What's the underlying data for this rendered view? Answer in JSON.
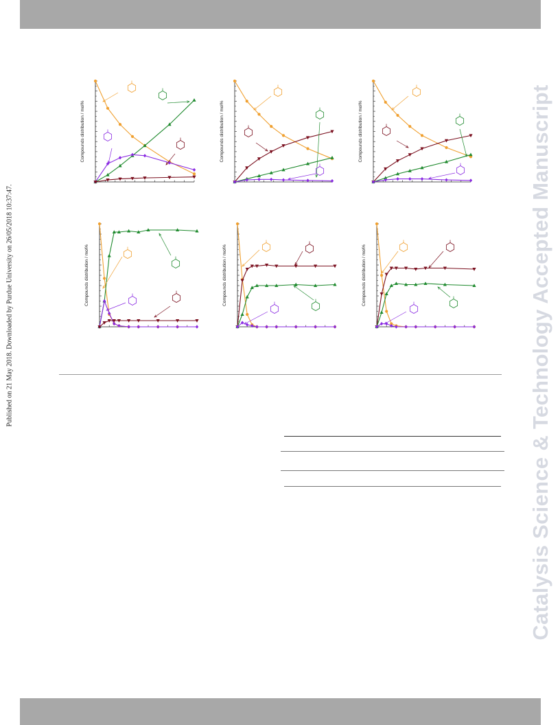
{
  "page": {
    "watermark": "Catalysis Science & Technology Accepted Manuscript",
    "published_line": "Published on 21 May 2018. Downloaded by Purdue University on 26/05/2018 10:37:47."
  },
  "colors": {
    "orange": "#f0a030",
    "green": "#1f8a2e",
    "maroon": "#7a0f1e",
    "purple": "#8a2be2",
    "header_gray": "#a8a8a8"
  },
  "chart_data": [
    {
      "type": "line",
      "ylabel": "Compounds distribution / mol%",
      "series": [
        {
          "color": "#f0a030",
          "marker": "circle",
          "values": [
            [
              0,
              100
            ],
            [
              1,
              73
            ],
            [
              2,
              57
            ],
            [
              3,
              45
            ],
            [
              4,
              36
            ],
            [
              6,
              20
            ],
            [
              8,
              8
            ]
          ]
        },
        {
          "color": "#1f8a2e",
          "marker": "triangle",
          "values": [
            [
              0,
              0
            ],
            [
              1,
              7
            ],
            [
              2,
              16
            ],
            [
              3,
              26
            ],
            [
              4,
              36
            ],
            [
              6,
              57
            ],
            [
              8,
              81
            ]
          ]
        },
        {
          "color": "#8a2be2",
          "marker": "diamond",
          "values": [
            [
              0,
              0
            ],
            [
              1,
              18
            ],
            [
              2,
              24
            ],
            [
              3,
              27
            ],
            [
              4,
              26
            ],
            [
              6,
              19
            ],
            [
              8,
              12
            ]
          ]
        },
        {
          "color": "#7a0f1e",
          "marker": "triangle-down",
          "values": [
            [
              0,
              0
            ],
            [
              1,
              2
            ],
            [
              2,
              3
            ],
            [
              3,
              3.5
            ],
            [
              4,
              4
            ],
            [
              6,
              4.5
            ],
            [
              8,
              5
            ]
          ]
        }
      ]
    },
    {
      "type": "line",
      "ylabel": "Compounds distribution / mol%",
      "series": [
        {
          "color": "#f0a030",
          "marker": "circle",
          "values": [
            [
              0,
              100
            ],
            [
              1,
              80
            ],
            [
              2,
              67
            ],
            [
              3,
              55
            ],
            [
              4,
              46
            ],
            [
              6,
              33
            ],
            [
              8,
              23
            ]
          ]
        },
        {
          "color": "#7a0f1e",
          "marker": "triangle-down",
          "values": [
            [
              0,
              0
            ],
            [
              1,
              14
            ],
            [
              2,
              23
            ],
            [
              3,
              30
            ],
            [
              4,
              36
            ],
            [
              6,
              44
            ],
            [
              8,
              50
            ]
          ]
        },
        {
          "color": "#1f8a2e",
          "marker": "triangle",
          "values": [
            [
              0,
              0
            ],
            [
              1,
              3
            ],
            [
              2,
              6
            ],
            [
              3,
              9
            ],
            [
              4,
              12
            ],
            [
              6,
              18
            ],
            [
              8,
              24
            ]
          ]
        },
        {
          "color": "#8a2be2",
          "marker": "diamond",
          "values": [
            [
              0,
              0
            ],
            [
              1,
              2
            ],
            [
              2,
              2.5
            ],
            [
              3,
              2.5
            ],
            [
              4,
              2
            ],
            [
              6,
              1.5
            ],
            [
              8,
              1
            ]
          ]
        }
      ]
    },
    {
      "type": "line",
      "ylabel": "Compounds distribution / mol%",
      "series": [
        {
          "color": "#f0a030",
          "marker": "circle",
          "values": [
            [
              0,
              100
            ],
            [
              1,
              79
            ],
            [
              2,
              66
            ],
            [
              3,
              55
            ],
            [
              4,
              46
            ],
            [
              6,
              34
            ],
            [
              8,
              25
            ]
          ]
        },
        {
          "color": "#7a0f1e",
          "marker": "triangle-down",
          "values": [
            [
              0,
              0
            ],
            [
              1,
              13
            ],
            [
              2,
              21
            ],
            [
              3,
              27
            ],
            [
              4,
              33
            ],
            [
              6,
              41
            ],
            [
              8,
              46
            ]
          ]
        },
        {
          "color": "#1f8a2e",
          "marker": "triangle",
          "values": [
            [
              0,
              0
            ],
            [
              1,
              4
            ],
            [
              2,
              8
            ],
            [
              3,
              11
            ],
            [
              4,
              14
            ],
            [
              6,
              20
            ],
            [
              8,
              27
            ]
          ]
        },
        {
          "color": "#8a2be2",
          "marker": "diamond",
          "values": [
            [
              0,
              0
            ],
            [
              1,
              2
            ],
            [
              2,
              3
            ],
            [
              3,
              3
            ],
            [
              4,
              3
            ],
            [
              6,
              2
            ],
            [
              8,
              1.5
            ]
          ]
        }
      ]
    },
    {
      "type": "line",
      "ylabel": "Compounds distribution / mol%",
      "series": [
        {
          "color": "#f0a030",
          "marker": "circle",
          "values": [
            [
              0,
              100
            ],
            [
              0.5,
              47
            ],
            [
              1,
              12
            ],
            [
              1.5,
              3
            ],
            [
              2,
              1
            ],
            [
              3,
              0
            ],
            [
              4,
              0
            ],
            [
              6,
              0
            ],
            [
              8,
              0
            ]
          ]
        },
        {
          "color": "#1f8a2e",
          "marker": "triangle",
          "values": [
            [
              0,
              0
            ],
            [
              0.5,
              25
            ],
            [
              1,
              69
            ],
            [
              1.5,
              92
            ],
            [
              2,
              92
            ],
            [
              3,
              93
            ],
            [
              4,
              92
            ],
            [
              5,
              94
            ],
            [
              8,
              94
            ],
            [
              10,
              93
            ]
          ]
        },
        {
          "color": "#8a2be2",
          "marker": "diamond",
          "values": [
            [
              0,
              0
            ],
            [
              0.5,
              25
            ],
            [
              1,
              13
            ],
            [
              1.5,
              3
            ],
            [
              2,
              1
            ],
            [
              3,
              0
            ],
            [
              4,
              0
            ],
            [
              6,
              0
            ],
            [
              8,
              0
            ],
            [
              10,
              0
            ]
          ]
        },
        {
          "color": "#7a0f1e",
          "marker": "triangle-down",
          "values": [
            [
              0,
              0
            ],
            [
              0.5,
              4
            ],
            [
              1,
              6
            ],
            [
              1.5,
              6
            ],
            [
              2,
              6
            ],
            [
              3,
              6
            ],
            [
              4,
              6
            ],
            [
              6,
              6
            ],
            [
              8,
              6
            ],
            [
              10,
              6
            ]
          ]
        }
      ]
    },
    {
      "type": "line",
      "ylabel": "Compounds distribution / mol%",
      "series": [
        {
          "color": "#f0a030",
          "marker": "circle",
          "values": [
            [
              0,
              100
            ],
            [
              0.5,
              46
            ],
            [
              1,
              12
            ],
            [
              1.5,
              2
            ],
            [
              2,
              0
            ],
            [
              3,
              0
            ],
            [
              4,
              0
            ],
            [
              6,
              0
            ],
            [
              8,
              0
            ],
            [
              10,
              0
            ]
          ]
        },
        {
          "color": "#7a0f1e",
          "marker": "triangle-down",
          "values": [
            [
              0,
              0
            ],
            [
              0.5,
              45
            ],
            [
              1,
              56
            ],
            [
              1.5,
              59
            ],
            [
              2,
              59
            ],
            [
              3,
              60
            ],
            [
              4,
              59
            ],
            [
              6,
              59
            ],
            [
              8,
              59
            ],
            [
              10,
              59
            ]
          ]
        },
        {
          "color": "#1f8a2e",
          "marker": "triangle",
          "values": [
            [
              0,
              0
            ],
            [
              0.5,
              12
            ],
            [
              1,
              29
            ],
            [
              1.5,
              38
            ],
            [
              2,
              40
            ],
            [
              3,
              40
            ],
            [
              4,
              40
            ],
            [
              6,
              41
            ],
            [
              8,
              40
            ],
            [
              10,
              41
            ]
          ]
        },
        {
          "color": "#8a2be2",
          "marker": "diamond",
          "values": [
            [
              0,
              0
            ],
            [
              0.5,
              4
            ],
            [
              1,
              2
            ],
            [
              1.5,
              1
            ],
            [
              2,
              0
            ],
            [
              3,
              0
            ],
            [
              4,
              0
            ],
            [
              6,
              0
            ],
            [
              8,
              0
            ],
            [
              10,
              0
            ]
          ]
        }
      ]
    },
    {
      "type": "line",
      "ylabel": "Compounds distribution / mol%",
      "series": [
        {
          "color": "#f0a030",
          "marker": "circle",
          "values": [
            [
              0,
              100
            ],
            [
              0.5,
              50
            ],
            [
              1,
              15
            ],
            [
              1.5,
              3
            ],
            [
              2,
              1
            ],
            [
              3,
              0
            ],
            [
              4,
              0
            ],
            [
              6,
              0
            ],
            [
              8,
              0
            ],
            [
              10,
              0
            ]
          ]
        },
        {
          "color": "#7a0f1e",
          "marker": "triangle-down",
          "values": [
            [
              0,
              0
            ],
            [
              0.5,
              32
            ],
            [
              1,
              51
            ],
            [
              1.5,
              57
            ],
            [
              2,
              57
            ],
            [
              3,
              57
            ],
            [
              4,
              56
            ],
            [
              5,
              57
            ],
            [
              7,
              57
            ],
            [
              10,
              56
            ]
          ]
        },
        {
          "color": "#1f8a2e",
          "marker": "triangle",
          "values": [
            [
              0,
              0
            ],
            [
              0.5,
              14
            ],
            [
              1,
              32
            ],
            [
              1.5,
              40
            ],
            [
              2,
              42
            ],
            [
              3,
              41
            ],
            [
              4,
              41
            ],
            [
              5,
              42
            ],
            [
              7,
              41
            ],
            [
              10,
              40
            ]
          ]
        },
        {
          "color": "#8a2be2",
          "marker": "diamond",
          "values": [
            [
              0,
              0
            ],
            [
              0.5,
              3
            ],
            [
              1,
              3
            ],
            [
              1.5,
              1
            ],
            [
              2,
              0
            ],
            [
              3,
              0
            ],
            [
              4,
              0
            ],
            [
              6,
              0
            ],
            [
              8,
              0
            ],
            [
              10,
              0
            ]
          ]
        }
      ]
    }
  ]
}
